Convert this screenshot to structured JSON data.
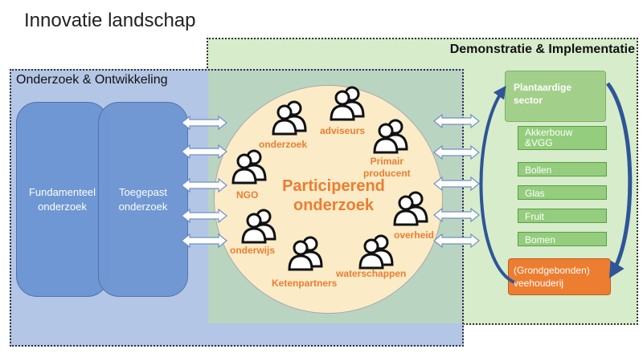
{
  "title": "Innovatie landschap",
  "demo_title": "Demonstratie & Implementatie",
  "rd_title": "Onderzoek & Ontwikkeling",
  "fundamenteel": "Fundamenteel\nonderzoek",
  "toegepast": "Toegepast\nonderzoek",
  "center": "Participerend\nonderzoek",
  "actors": {
    "onderzoek": "onderzoek",
    "adviseurs": "adviseurs",
    "primair": "Primair\nproducent",
    "ngo": "NGO",
    "overheid": "overheid",
    "onderwijs": "onderwijs",
    "ketenpartners": "Ketenpartners",
    "waterschappen": "waterschappen"
  },
  "plant_sector": "Plantaardige\nsector",
  "sectors": [
    "Akkerbouw\n&VGG",
    "Bollen",
    "Glas",
    "Fruit",
    "Bomen"
  ],
  "veehouderij": "(Grondgebonden)\nveehouderij",
  "colors": {
    "orange": "#ec7d31",
    "blue": "#6f97d3",
    "green": "#93cd7d",
    "dark_blue_arrow": "#2f5597"
  }
}
